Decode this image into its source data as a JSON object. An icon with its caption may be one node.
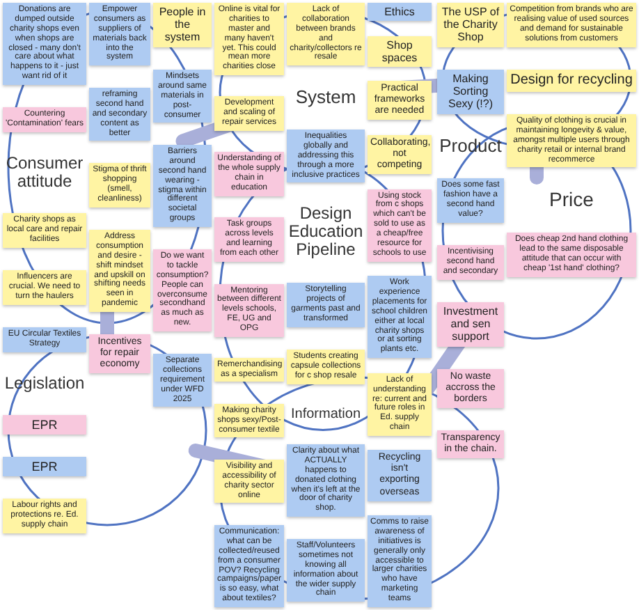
{
  "diagram": {
    "nodes": [
      {
        "text": [
          "Design Education Pipeline"
        ]
      },
      {
        "text": [
          "Consumer attitude"
        ]
      },
      {
        "text": [
          "People in the system"
        ]
      },
      {
        "text": [
          "Donations are dumped outside charity shops even when shops are closed - many don't care about what happens to it - just want rid of it"
        ]
      },
      {
        "text": [
          "Empower consumers as suppliers of materials back into the system"
        ]
      },
      {
        "text": [
          "Mindsets around same materials in post-consumer"
        ]
      },
      {
        "text": [
          "Countering 'Contamination' fears"
        ]
      },
      {
        "text": [
          "reframing second hand and secondary content as better"
        ]
      },
      {
        "text": [
          "Barriers around second hand wearing - stigma within different societal groups"
        ]
      },
      {
        "text": [
          "Charity shops as local care and repair facilities"
        ]
      },
      {
        "text": [
          "Stigma of thrift shopping (smell, cleanliness)"
        ]
      },
      {
        "text": [
          "Do we want to tackle consumption? People can overconsume secondhand as much as new."
        ]
      },
      {
        "text": [
          "Influencers are crucial. We need to turn the haulers"
        ]
      },
      {
        "text": [
          "Address consumption and desire - shift mindset and upskill on shifting needs seen in pandemic"
        ]
      },
      {
        "text": [
          "System"
        ]
      },
      {
        "text": [
          "Online is vital for charities to master and many haven't yet. This could mean more charities close"
        ]
      },
      {
        "text": [
          "Development and scaling of repair services"
        ]
      },
      {
        "text": [
          "Lack of collaboration between brands and charity/collectors re resale"
        ]
      },
      {
        "text": [
          "Ethics"
        ]
      },
      {
        "text": [
          "Shop spaces"
        ]
      },
      {
        "text": [
          "The USP of the Charity Shop"
        ]
      },
      {
        "text": [
          "Inequalities globally and addressing this through a more inclusive practices"
        ]
      },
      {
        "text": [
          "Practical frameworks are needed"
        ]
      },
      {
        "text": [
          "Collaborating, not competing"
        ]
      },
      {
        "text": [
          "Product"
        ]
      },
      {
        "text": [
          "Making Sorting Sexy (!?)"
        ]
      },
      {
        "text": [
          "Design for recycling"
        ]
      },
      {
        "text": [
          "Competition from brands who are realising value of used sources and demand for sustainable solutions from customers"
        ]
      },
      {
        "text": [
          "Understanding of the whole supply chain in education"
        ]
      },
      {
        "text": [
          "Task groups across levels and learning from each other"
        ]
      },
      {
        "text": [
          "Using stock from c shops which can't be sold to use as a cheap/free resource for schools to use"
        ]
      },
      {
        "text": [
          "Mentoring between different levels schools, FE, UG and OPG"
        ]
      },
      {
        "text": [
          "Remerchandising as a specialism"
        ]
      },
      {
        "text": [
          "Making charity shops sexy/Post-consumer textile"
        ]
      },
      {
        "text": [
          "Work experience placements for school children either at local charity shops or at sorting plants etc."
        ]
      },
      {
        "text": [
          "Storytelling projects of garments past and transformed"
        ]
      },
      {
        "text": [
          "Lack of understanding re: current and future roles in Ed. supply chain"
        ]
      },
      {
        "text": [
          "Students creating capsule collections for c shop resale"
        ]
      },
      {
        "text": [
          "Price"
        ]
      },
      {
        "text": [
          "Does some fast fashion have a second hand value?"
        ]
      },
      {
        "text": [
          "Quality of clothing is crucial in maintaining longevity & value, amongst multiple users through charity retail or internal brand recommerce"
        ]
      },
      {
        "text": [
          "Incentivising second hand and secondary"
        ]
      },
      {
        "text": [
          "Does cheap 2nd hand clothing lead to the same disposable attitude that can occur with cheap '1st hand' clothing?"
        ]
      },
      {
        "text": [
          "Investment and sen support"
        ]
      },
      {
        "text": [
          "Information"
        ]
      },
      {
        "text": [
          "Recycling isn't exporting overseas"
        ]
      },
      {
        "text": [
          "No waste accross the borders"
        ]
      },
      {
        "text": [
          "Visibility and accessibility of charity sector online"
        ]
      },
      {
        "text": [
          "Communication: what can be collected/reused from a consumer POV? Recycling campaigns/paper is so easy, what about textiles?"
        ]
      },
      {
        "text": [
          "Clarity about what ACTUALLY happens to donated clothing when it's left at the door of charity shop."
        ]
      },
      {
        "text": [
          "Comms to raise awareness of initiatives is generally only accessible to larger charities who have marketing teams"
        ]
      },
      {
        "text": [
          "Transparency in the chain."
        ]
      },
      {
        "text": [
          "Staff/Volunteers sometimes not knowing all information about the wider supply chain"
        ]
      },
      {
        "text": [
          "Legislation"
        ]
      },
      {
        "text": [
          "Separate collections requirement under WFD 2025"
        ]
      },
      {
        "text": [
          "EU Circular Textiles Strategy"
        ]
      },
      {
        "text": [
          "EPR"
        ]
      },
      {
        "text": [
          "EPR"
        ]
      },
      {
        "text": [
          "Labour rights and protections re. Ed. supply chain"
        ]
      },
      {
        "text": [
          "Incentives for repair economy"
        ]
      }
    ]
  }
}
